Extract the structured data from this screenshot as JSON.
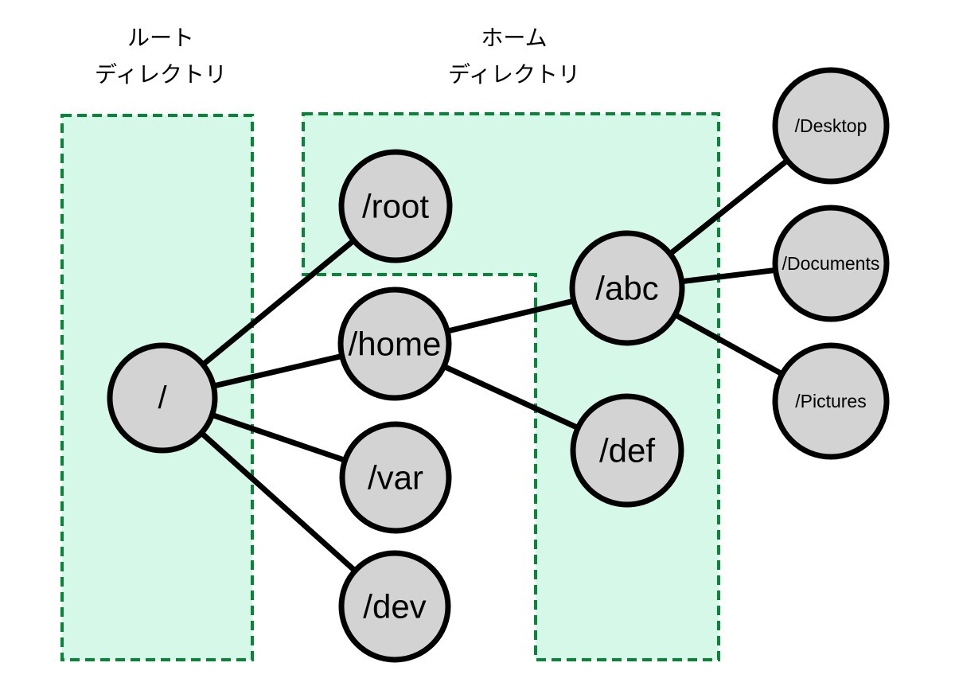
{
  "captions": {
    "root_directory": {
      "line1": "ルート",
      "line2": "ディレクトリ"
    },
    "home_directory": {
      "line1": "ホーム",
      "line2": "ディレクトリ"
    }
  },
  "nodes": {
    "fs_root": {
      "label": "/"
    },
    "root": {
      "label": "/root"
    },
    "home": {
      "label": "/home"
    },
    "var": {
      "label": "/var"
    },
    "dev": {
      "label": "/dev"
    },
    "abc": {
      "label": "/abc"
    },
    "def": {
      "label": "/def"
    },
    "desktop": {
      "label": "/Desktop"
    },
    "documents": {
      "label": "/Documents"
    },
    "pictures": {
      "label": "/Pictures"
    }
  },
  "edges": [
    {
      "from": "/",
      "to": "/root"
    },
    {
      "from": "/",
      "to": "/home"
    },
    {
      "from": "/",
      "to": "/var"
    },
    {
      "from": "/",
      "to": "/dev"
    },
    {
      "from": "/home",
      "to": "/abc"
    },
    {
      "from": "/home",
      "to": "/def"
    },
    {
      "from": "/abc",
      "to": "/Desktop"
    },
    {
      "from": "/abc",
      "to": "/Documents"
    },
    {
      "from": "/abc",
      "to": "/Pictures"
    }
  ],
  "colors": {
    "background": "#ffffff",
    "region_fill": "#d6f8e9",
    "region_border": "#078638",
    "node_fill": "#d3d3d3",
    "node_border": "#000000",
    "edge": "#000000",
    "text": "#000000"
  }
}
